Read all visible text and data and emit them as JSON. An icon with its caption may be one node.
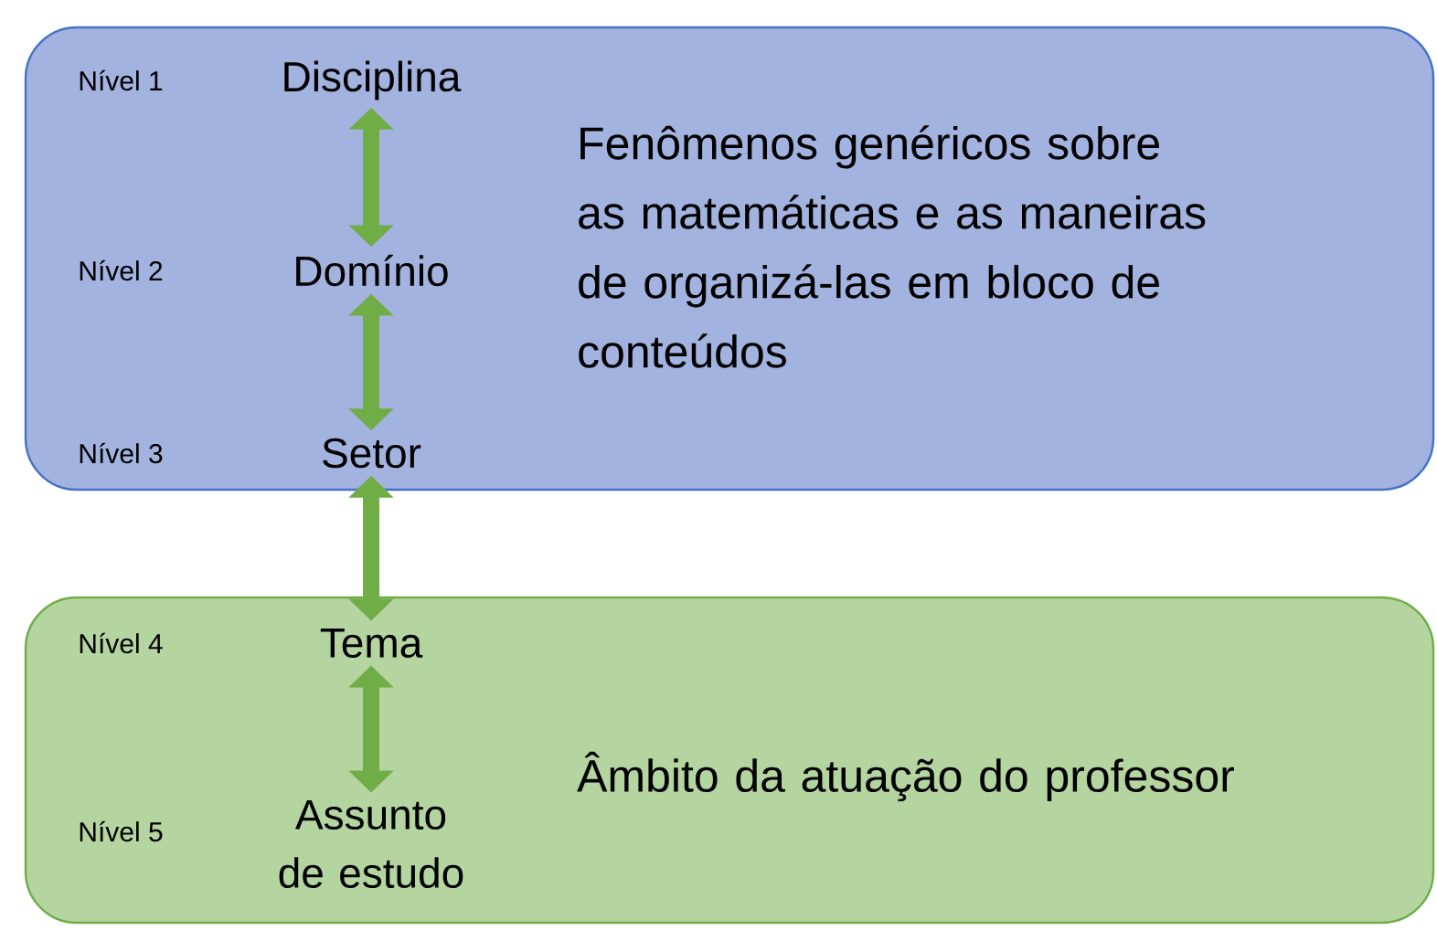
{
  "diagram": {
    "nodes": [
      {
        "text": [
          "Fenômenos genéricos sobre as matemáticas e as maneiras de organizá-las em bloco de conteúdos"
        ]
      },
      {
        "text": [
          "Disciplina"
        ],
        "in": 0
      },
      {
        "text": [
          "Domínio"
        ],
        "in": 0
      },
      {
        "text": [
          "Setor"
        ],
        "in": 0
      },
      {
        "text": [
          "Âmbito da atuação do professor"
        ]
      },
      {
        "text": [
          "Tema"
        ],
        "in": 4
      },
      {
        "text": [
          "Assunto de estudo"
        ],
        "in": 4
      }
    ],
    "edges": [
      {
        "from": 1,
        "to": 2,
        "arrow": "both"
      },
      {
        "from": 2,
        "to": 3,
        "arrow": "both"
      },
      {
        "from": 3,
        "to": 5,
        "arrow": "both"
      },
      {
        "from": 5,
        "to": 6,
        "arrow": "both"
      }
    ],
    "labels": [
      "Nível 1",
      "Nível 2",
      "Nível 3",
      "Nível 4",
      "Nível 5"
    ]
  }
}
